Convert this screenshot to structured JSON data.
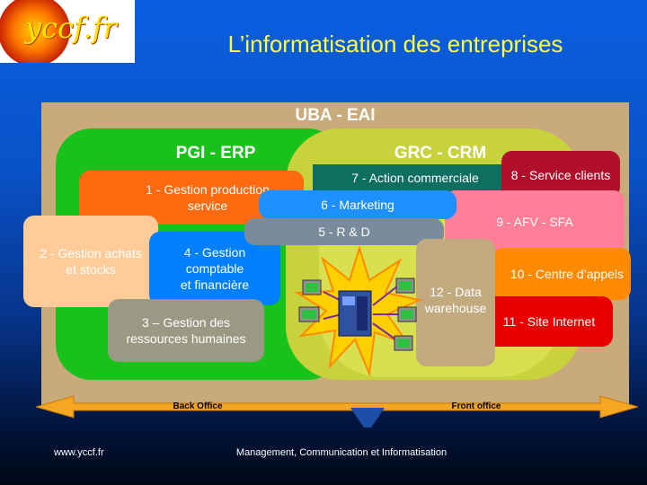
{
  "logo": {
    "text": "yccf.fr"
  },
  "title": "L’informatisation des entreprises",
  "uba_label": "UBA - EAI",
  "pgi_label": "PGI - ERP",
  "grc_label": "GRC - CRM",
  "modules": {
    "m1": "1 - Gestion production\nservice",
    "m2": "2 - Gestion achats\net stocks",
    "m3": "3 – Gestion des\nressources humaines",
    "m4": "4 - Gestion\ncomptable\net financière",
    "m5": "5 - R & D",
    "m6": "6 - Marketing",
    "m7": "7 - Action commerciale",
    "m8": "8 - Service clients",
    "m9": "9 - AFV - SFA",
    "m10": "10 - Centre d’appels",
    "m11": "11 - Site Internet",
    "m12": "12 - Data\nwarehouse"
  },
  "arrow": {
    "back_label": "Back Office",
    "front_label": "Front office"
  },
  "footer": {
    "left": "www.yccf.fr",
    "center": "Management, Communication et Informatisation"
  },
  "colors": {
    "background_top": "#0a5fe0",
    "title": "#ffff40",
    "uba_frame": "#c9aa7a",
    "erp_zone": "#19c21a",
    "crm_zone": "#c8d23c",
    "arrow": "#f5a623"
  }
}
